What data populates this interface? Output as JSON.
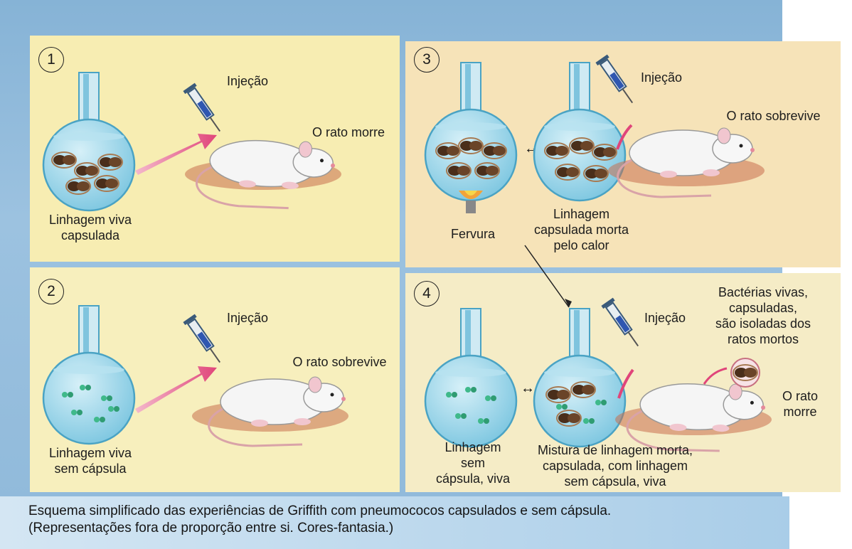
{
  "panels": [
    {
      "number": "1",
      "injection": "Injeção",
      "result": "O rato morre",
      "label": "Linhagem viva\ncapsulada"
    },
    {
      "number": "2",
      "injection": "Injeção",
      "result": "O rato sobrevive",
      "label": "Linhagem viva\nsem cápsula"
    },
    {
      "number": "3",
      "injection": "Injeção",
      "result": "O rato sobrevive",
      "heat": "Fervura",
      "label": "Linhagem\ncapsulada morta\npelo calor"
    },
    {
      "number": "4",
      "injection": "Injeção",
      "result": "O rato\nmorre",
      "note": "Bactérias vivas,\ncapsuladas,\nsão isoladas dos\nratos mortos",
      "label_left": "Linhagem\nsem\ncápsula, viva",
      "label_mix": "Mistura de linhagem morta,\ncapsulada, com linhagem\nsem cápsula, viva"
    }
  ],
  "caption": {
    "line1": "Esquema simplificado das experiências de Griffith com pneumococos capsulados e sem cápsula.",
    "line2": "(Representações fora de proporção entre si. Cores-fantasia.)"
  },
  "colors": {
    "flask_liquid": "#9fd6ea",
    "bacteria_capsulated": "#5a3a22",
    "bacteria_smooth": "#3fb98a",
    "arrow": "#e0457a",
    "mouse": "#f4f4f4"
  }
}
